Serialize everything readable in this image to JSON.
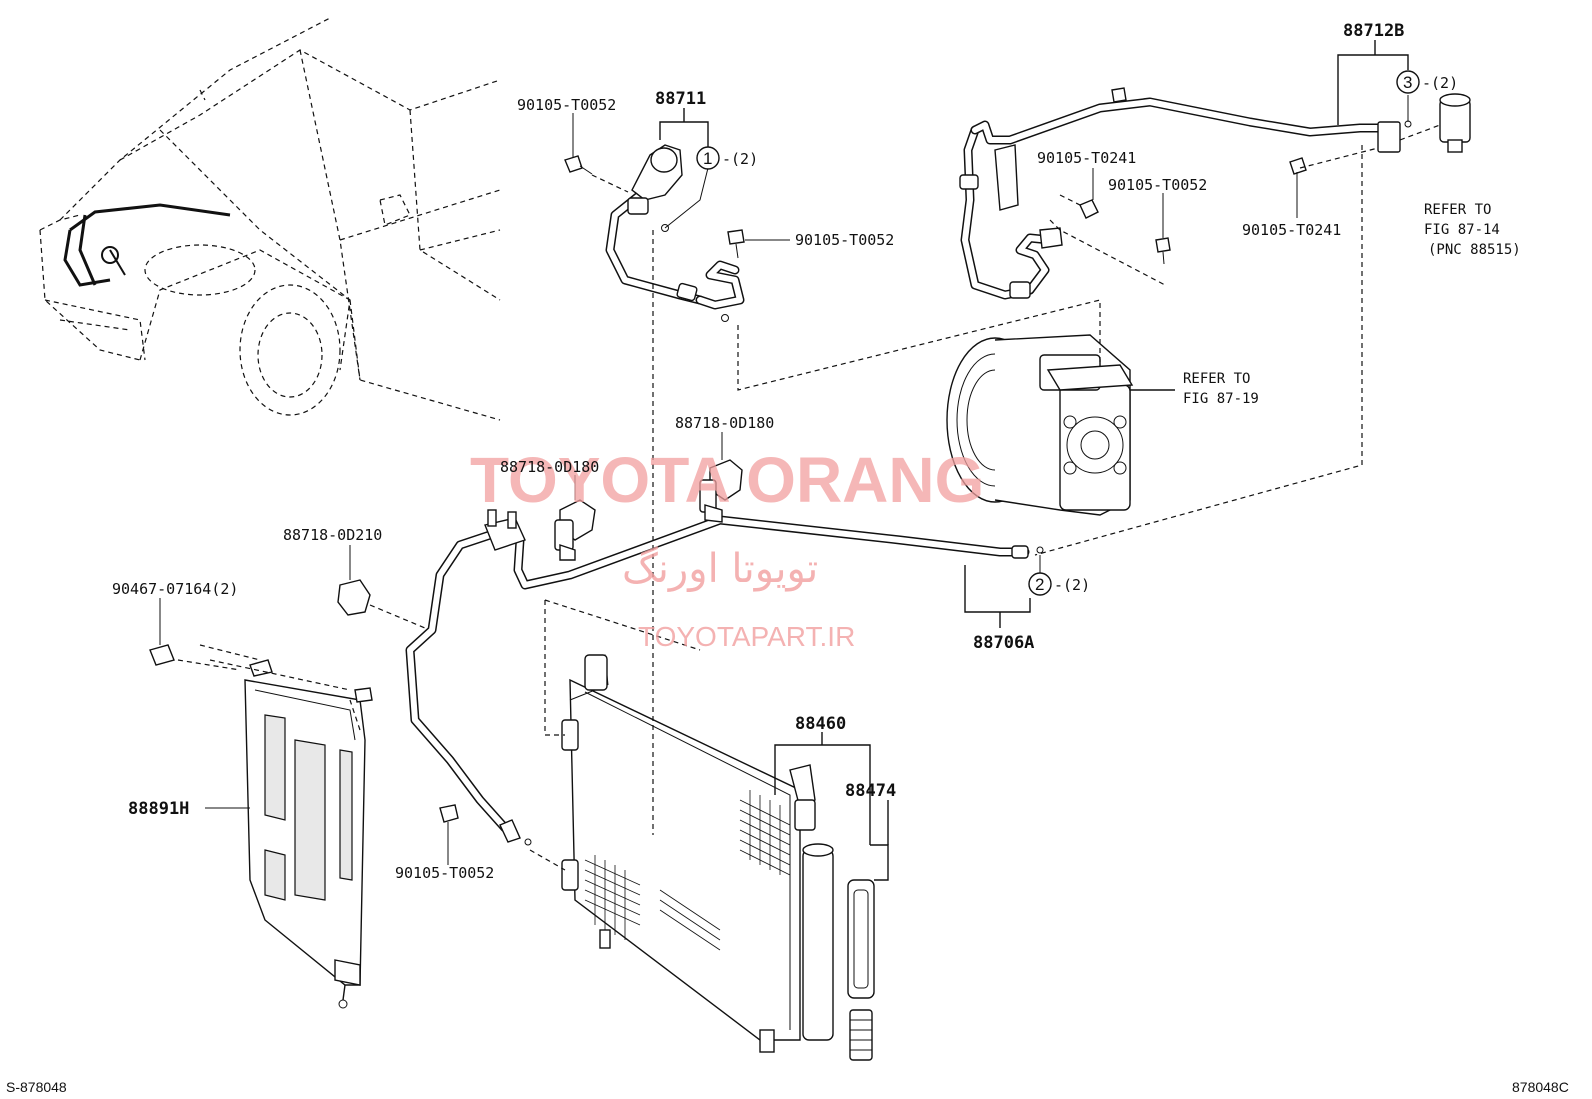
{
  "labels": {
    "p88712B": "88712B",
    "p88711": "88711",
    "p90105_T0052_top": "90105-T0052",
    "p90105_T0052_mid": "90105-T0052",
    "p90105_T0241_a": "90105-T0241",
    "p90105_T0052_right": "90105-T0052",
    "p90105_T0241_b": "90105-T0241",
    "p88718_0D180_a": "88718-0D180",
    "p88718_0D180_b": "88718-0D180",
    "p88718_0D210": "88718-0D210",
    "p90467_07164": "90467-07164(2)",
    "p88706A": "88706A",
    "p88460": "88460",
    "p88474": "88474",
    "p88891H": "88891H",
    "p90105_T0052_bottom": "90105-T0052"
  },
  "callouts": {
    "c1_num": "1",
    "c1_qty": "-(2)",
    "c2_num": "2",
    "c2_qty": "-(2)",
    "c3_num": "3",
    "c3_qty": "-(2)"
  },
  "references": {
    "fig87_14_line1": "REFER TO",
    "fig87_14_line2": "FIG 87-14",
    "fig87_14_line3": "(PNC 88515)",
    "fig87_19_line1": "REFER TO",
    "fig87_19_line2": "FIG 87-19"
  },
  "watermark": {
    "brand": "TOYOTA ORANG",
    "persian": "تویوتا اورنگ",
    "url": "TOYOTAPART.IR"
  },
  "footer": {
    "left_code": "S-878048",
    "right_code": "878048C"
  }
}
